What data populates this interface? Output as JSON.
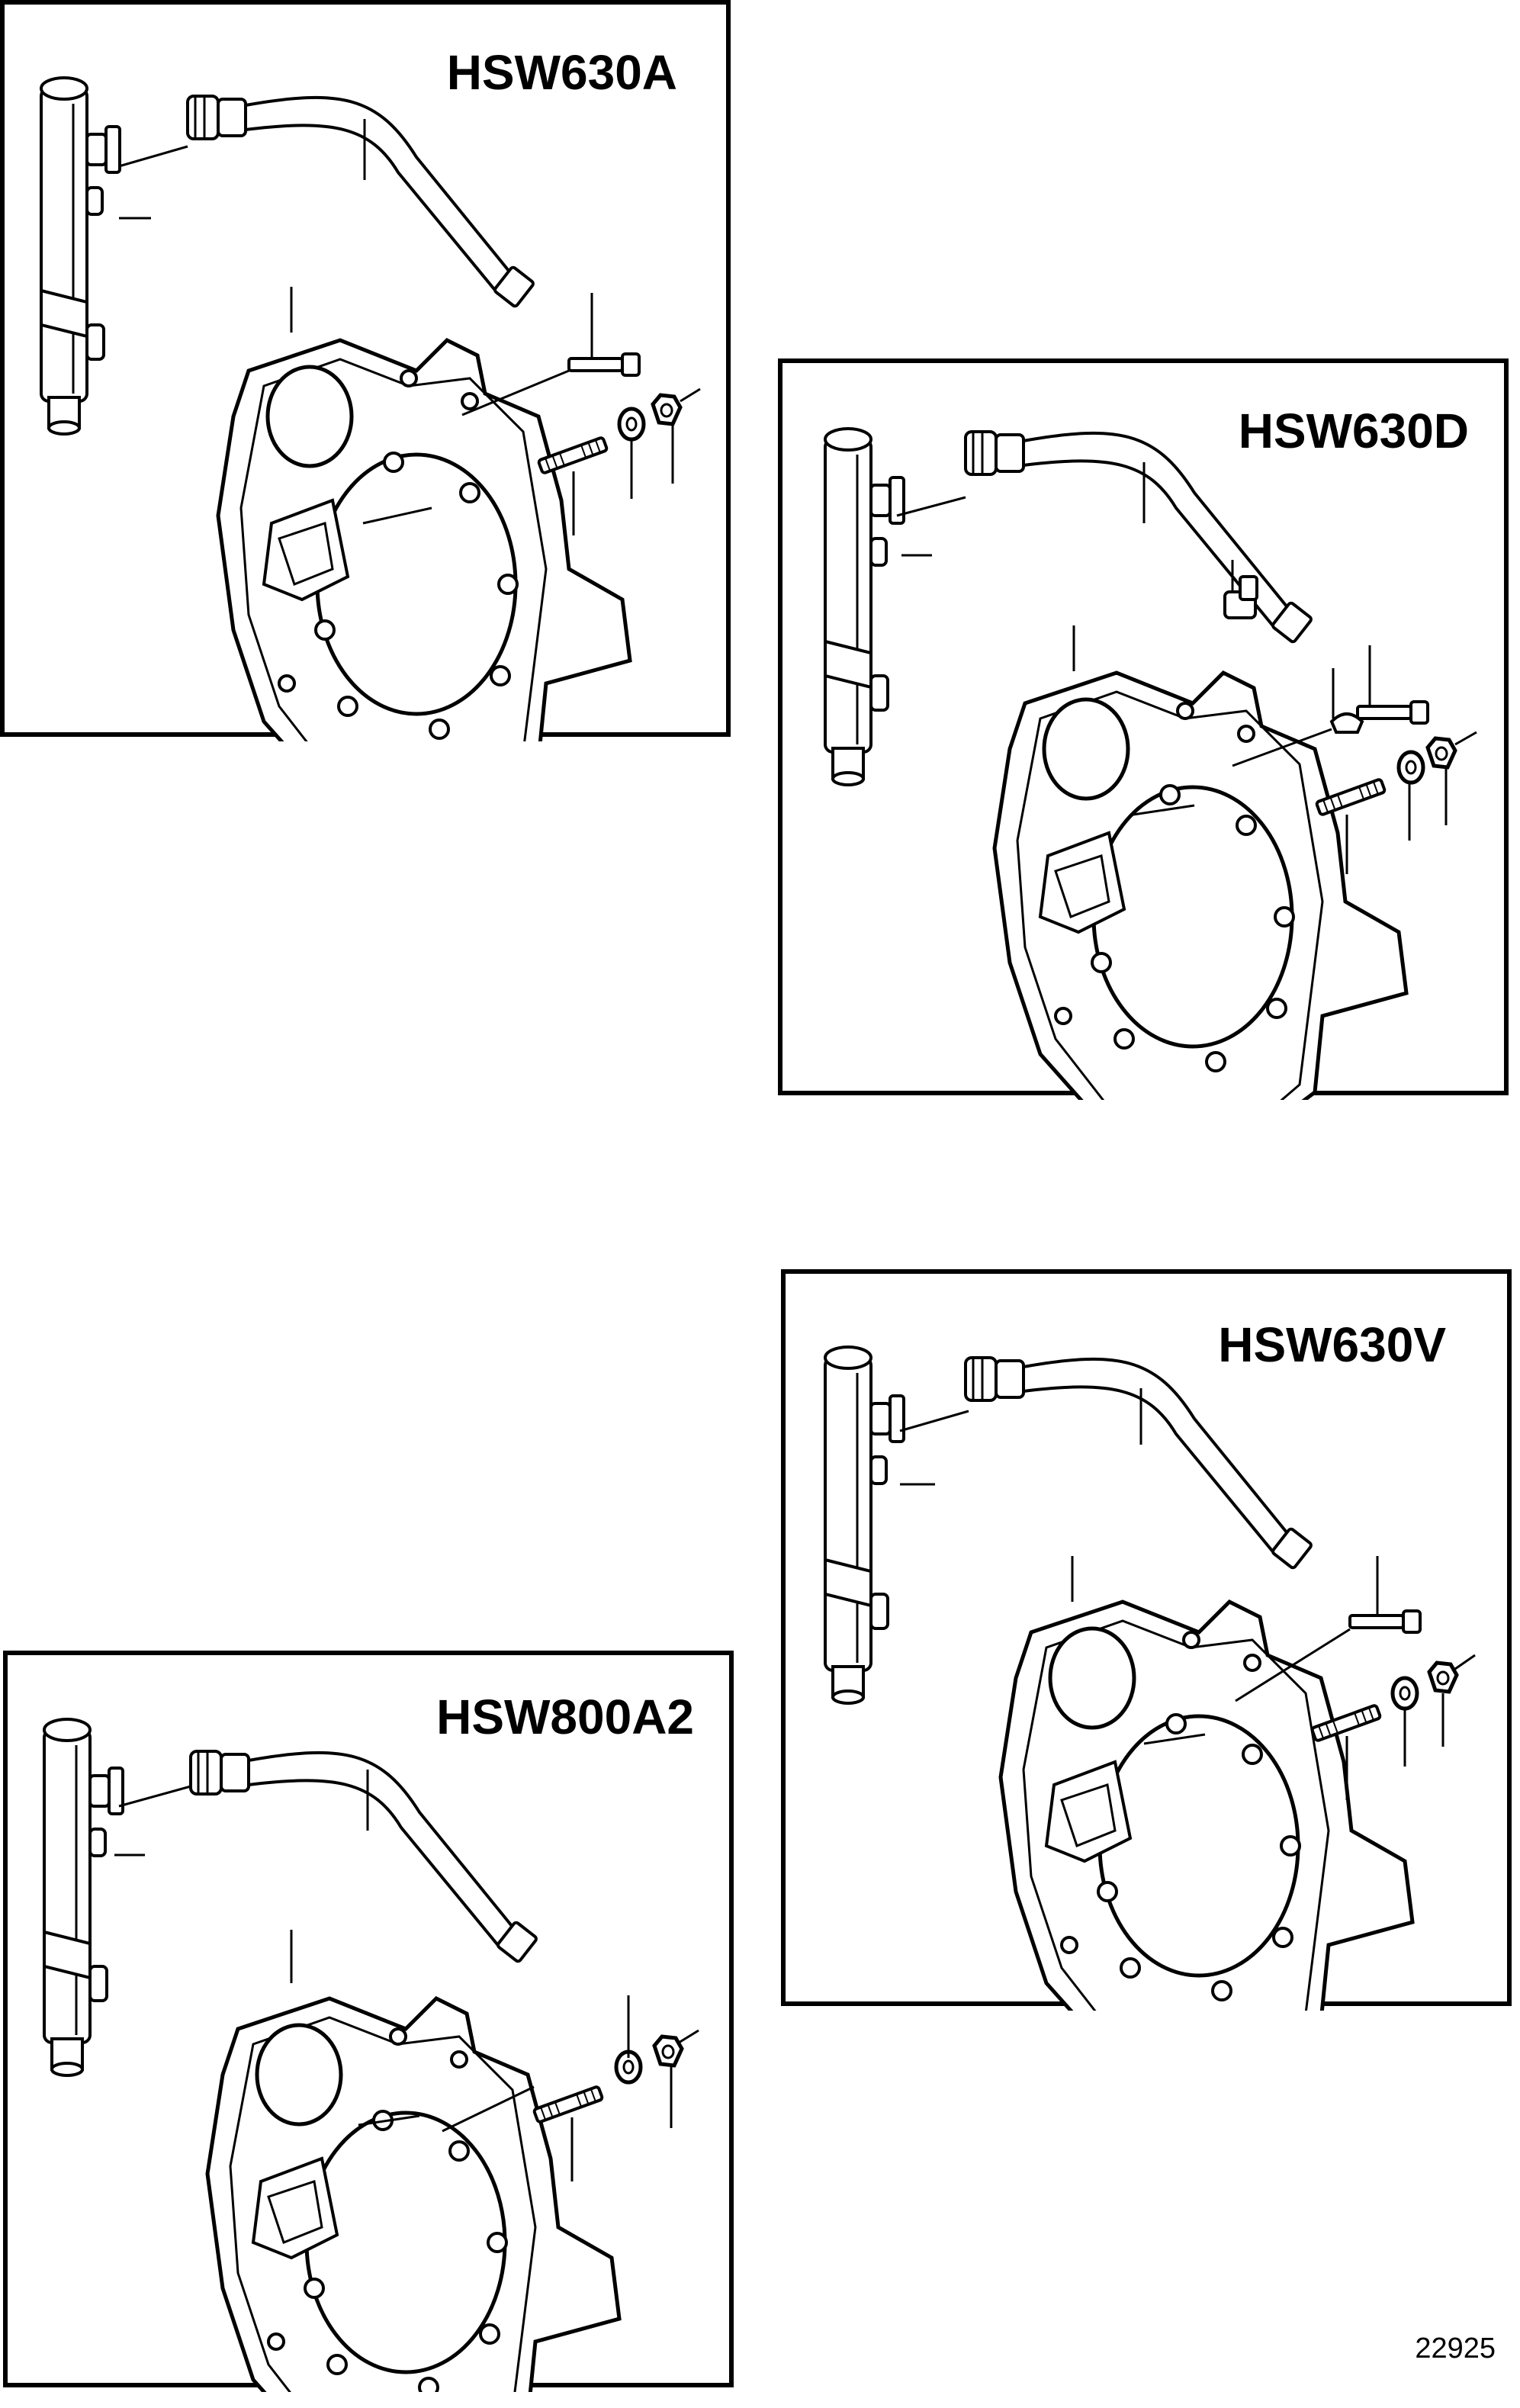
{
  "panels": [
    {
      "id": "hsw630a",
      "title": "HSW630A"
    },
    {
      "id": "hsw630d",
      "title": "HSW630D"
    },
    {
      "id": "hsw630v",
      "title": "HSW630V"
    },
    {
      "id": "hsw800a2",
      "title": "HSW800A2"
    }
  ],
  "drawing_number": "22925"
}
